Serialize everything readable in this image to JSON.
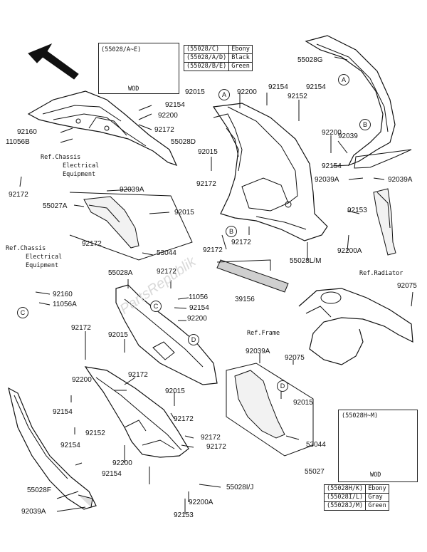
{
  "legend_top": {
    "ref": "(55028/A~E)",
    "caption": "WOD",
    "colors": [
      {
        "code": "(55028/C)",
        "name": "Ebony"
      },
      {
        "code": "(55028/A/D)",
        "name": "Black"
      },
      {
        "code": "(55028/B/E)",
        "name": "Green"
      }
    ]
  },
  "legend_bottom": {
    "ref": "(55028H~M)",
    "caption": "WOD",
    "colors": [
      {
        "code": "(55028H/K)",
        "name": "Ebony"
      },
      {
        "code": "(55028I/L)",
        "name": "Gray"
      },
      {
        "code": "(55028J/M)",
        "name": "Green"
      }
    ]
  },
  "refs": {
    "chassis1": "Ref.Chassis",
    "chassis1b": "Electrical",
    "chassis1c": "Equipment",
    "chassis2": "Ref.Chassis",
    "chassis2b": "Electrical",
    "chassis2c": "Equipment",
    "radiator": "Ref.Radiator",
    "frame": "Ref.Frame"
  },
  "callouts": [
    "A",
    "A",
    "B",
    "B",
    "C",
    "C",
    "D",
    "D"
  ],
  "watermark": "PartsRepublik",
  "parts": [
    "55028G",
    "92015",
    "92200",
    "92154",
    "92154",
    "92152",
    "92154",
    "92200",
    "92172",
    "55028D",
    "92160",
    "11056B",
    "92172",
    "92039A",
    "55027A",
    "92015",
    "53044",
    "92015",
    "92172",
    "92200",
    "92039",
    "92154",
    "92039A",
    "92039A",
    "92153",
    "92200A",
    "55028L/M",
    "92172",
    "92172",
    "92075",
    "92172",
    "92160",
    "11056A",
    "55028A",
    "92172",
    "11056",
    "92154",
    "92200",
    "39156",
    "92172",
    "92015",
    "92039A",
    "92075",
    "92015",
    "92172",
    "92200",
    "92154",
    "92152",
    "92154",
    "92015",
    "92172",
    "92172",
    "92172",
    "92200",
    "92154",
    "53044",
    "55027",
    "55028F",
    "92039A",
    "55028I/J",
    "92200A",
    "92153"
  ]
}
